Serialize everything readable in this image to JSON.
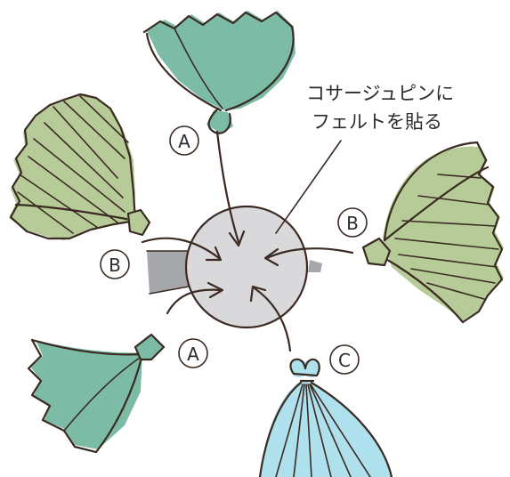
{
  "callout": {
    "line1": "コサージュピンに",
    "line2": "フェルトを貼る"
  },
  "labels": {
    "a_top": "A",
    "a_bottom": "A",
    "b_left": "B",
    "b_right": "B",
    "c_bottom": "C"
  },
  "colors": {
    "teal": "#7cbca7",
    "sage": "#b7cb98",
    "light_blue": "#aee0ee",
    "gray_disc": "#d9d9db",
    "gray_pin": "#a5a7ab",
    "ink": "#3a2a22"
  }
}
